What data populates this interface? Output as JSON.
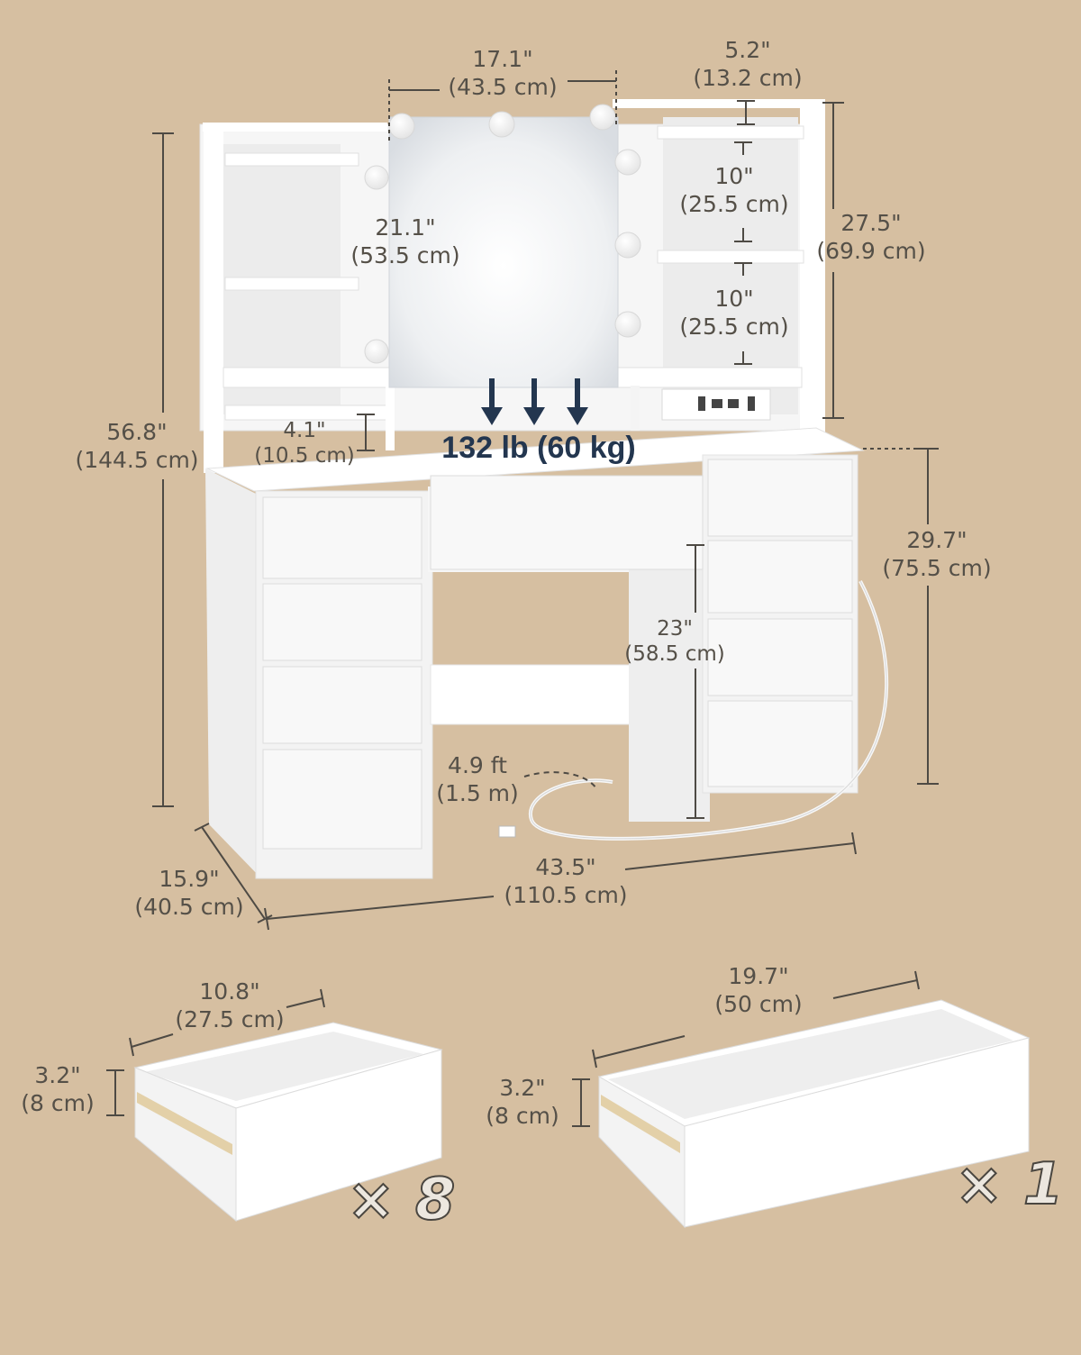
{
  "colors": {
    "background": "#d6bfa1",
    "furniture": "#ffffff",
    "text": "#555048",
    "accent": "#23364f"
  },
  "dimensions": {
    "mirror_width": {
      "imperial": "17.1\"",
      "metric": "(43.5 cm)"
    },
    "mirror_height": {
      "imperial": "21.1\"",
      "metric": "(53.5 cm)"
    },
    "shelf_top_gap": {
      "imperial": "5.2\"",
      "metric": "(13.2 cm)"
    },
    "shelf_gap_1": {
      "imperial": "10\"",
      "metric": "(25.5 cm)"
    },
    "shelf_gap_2": {
      "imperial": "10\"",
      "metric": "(25.5 cm)"
    },
    "hutch_height": {
      "imperial": "27.5\"",
      "metric": "(69.9 cm)"
    },
    "total_height": {
      "imperial": "56.8\"",
      "metric": "(144.5 cm)"
    },
    "cubby_height": {
      "imperial": "4.1\"",
      "metric": "(10.5 cm)"
    },
    "desk_height": {
      "imperial": "29.7\"",
      "metric": "(75.5 cm)"
    },
    "knee_clearance": {
      "imperial": "23\"",
      "metric": "(58.5 cm)"
    },
    "cord_length": {
      "imperial": "4.9 ft",
      "metric": "(1.5 m)"
    },
    "total_width": {
      "imperial": "43.5\"",
      "metric": "(110.5 cm)"
    },
    "depth": {
      "imperial": "15.9\"",
      "metric": "(40.5 cm)"
    }
  },
  "load": {
    "text": "132 lb (60 kg)"
  },
  "small_drawer": {
    "width": {
      "imperial": "10.8\"",
      "metric": "(27.5 cm)"
    },
    "height": {
      "imperial": "3.2\"",
      "metric": "(8 cm)"
    },
    "quantity": "× 8"
  },
  "large_drawer": {
    "width": {
      "imperial": "19.7\"",
      "metric": "(50 cm)"
    },
    "height": {
      "imperial": "3.2\"",
      "metric": "(8 cm)"
    },
    "quantity": "× 1"
  }
}
